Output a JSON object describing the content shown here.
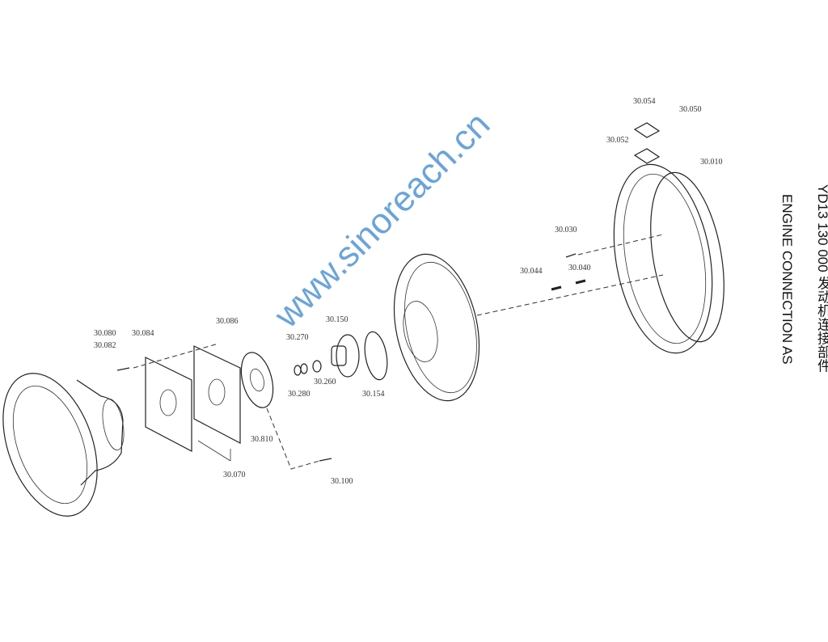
{
  "title": {
    "code_line": "YD13 130 000  发动机连接部件",
    "english_line": "ENGINE CONNECTION AS"
  },
  "watermark": "www.sinoreach.cn",
  "part_labels": {
    "p080": "30.080",
    "p082": "30.082",
    "p084": "30.084",
    "p086": "30.086",
    "p070": "30.070",
    "p810": "30.810",
    "p100": "30.100",
    "p270": "30.270",
    "p280": "30.280",
    "p260": "30.260",
    "p150": "30.150",
    "p154": "30.154",
    "p054": "30.054",
    "p050": "30.050",
    "p052": "30.052",
    "p010": "30.010",
    "p030": "30.030",
    "p044": "30.044",
    "p040": "30.040"
  }
}
